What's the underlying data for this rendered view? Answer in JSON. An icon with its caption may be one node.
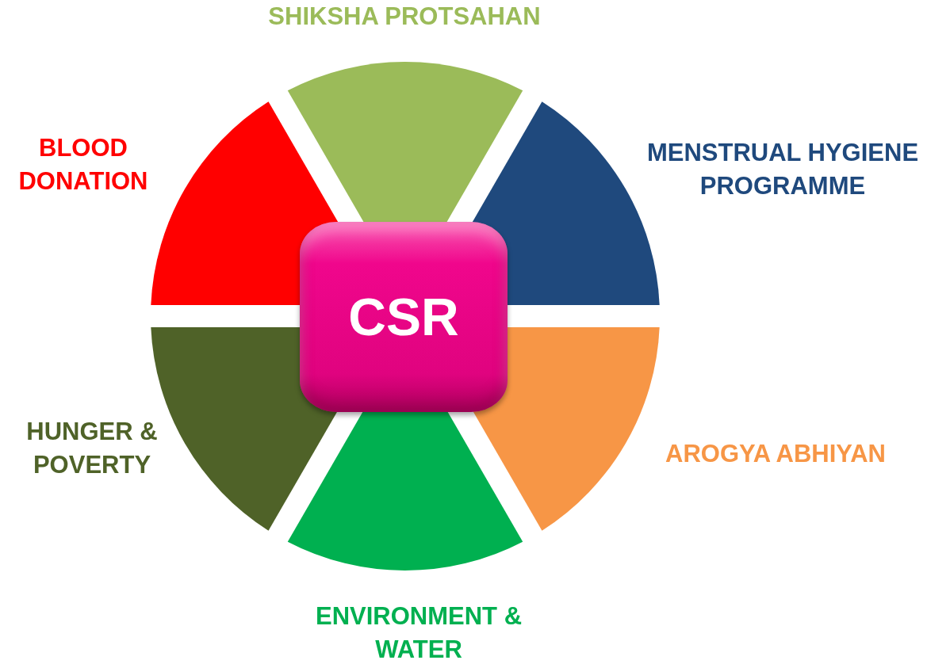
{
  "diagram": {
    "nodes": [
      {
        "text": [
          "SHIKSHA PROTSAHAN"
        ]
      },
      {
        "text": [
          "BLOOD DONATION"
        ]
      },
      {
        "text": [
          "MENSTRUAL HYGIENE PROGRAMME"
        ]
      },
      {
        "text": [
          "CSR"
        ]
      },
      {
        "text": [
          "AROGYA ABHIYAN"
        ]
      },
      {
        "text": [
          "HUNGER & POVERTY"
        ]
      },
      {
        "text": [
          "ENVIRONMENT & WATER"
        ]
      }
    ],
    "edges": []
  }
}
